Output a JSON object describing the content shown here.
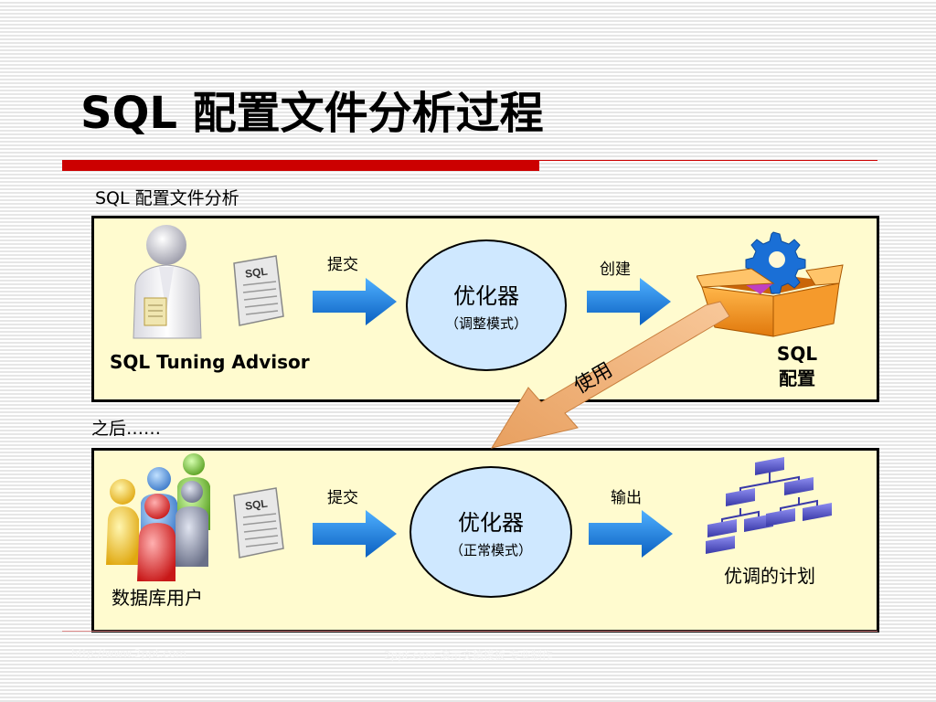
{
  "slide": {
    "title": "SQL 配置文件分析过程",
    "section1_label": "SQL 配置文件分析",
    "section2_label": "之后……"
  },
  "panel1": {
    "actor_label": "SQL Tuning Advisor",
    "doc_label": "SQL",
    "submit_label": "提交",
    "optimizer_title": "优化器",
    "optimizer_mode": "（调整模式）",
    "create_label": "创建",
    "profile_label_line1": "SQL",
    "profile_label_line2": "配置"
  },
  "use_label": "使用",
  "panel2": {
    "actor_label": "数据库用户",
    "doc_label": "SQL",
    "submit_label": "提交",
    "optimizer_title": "优化器",
    "optimizer_mode": "（正常模式）",
    "output_label": "输出",
    "plan_label": "优调的计划"
  },
  "footer": {
    "left": "http://www.2ppt.com",
    "right": "2ppt.com 演示文稿模板 专业制作"
  },
  "colors": {
    "accent_red": "#cc0000",
    "panel_fill": "#fffbcf",
    "oval_fill": "#cfe8ff",
    "arrow_blue": "#1e7fd8",
    "use_arrow": "#f3b07a",
    "box_orange": "#f28c1c",
    "gear_blue": "#1a6fd6",
    "org_chart": "#5a5ac8"
  }
}
